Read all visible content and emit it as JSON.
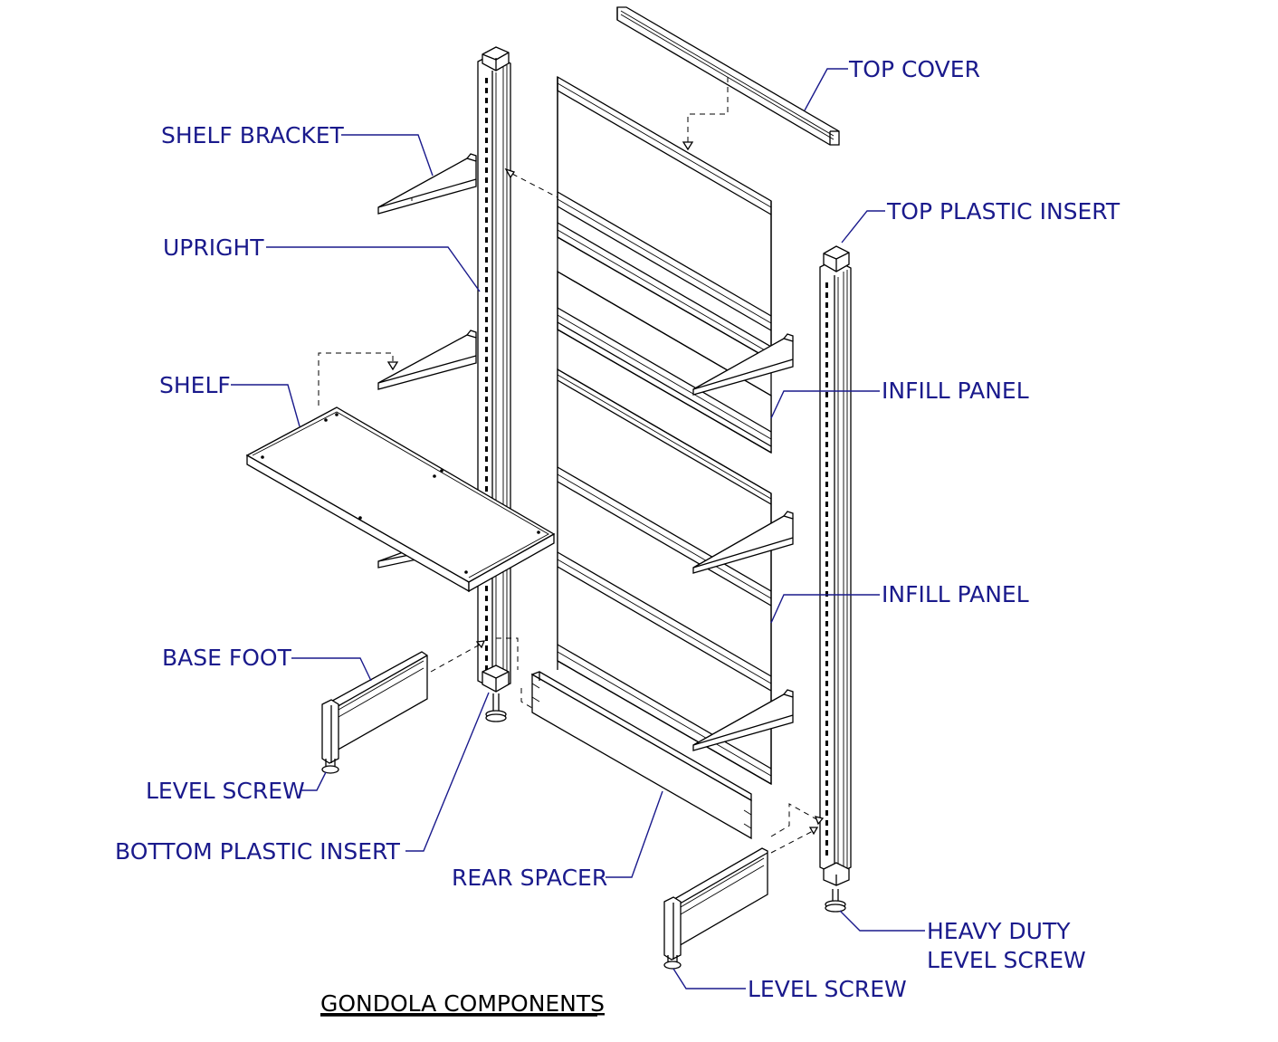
{
  "title": "GONDOLA COMPONENTS",
  "labels": {
    "top_cover": "TOP COVER",
    "shelf_bracket": "SHELF BRACKET",
    "top_plastic_insert": "TOP PLASTIC INSERT",
    "upright": "UPRIGHT",
    "shelf": "SHELF",
    "infill_panel_1": "INFILL PANEL",
    "infill_panel_2": "INFILL PANEL",
    "base_foot": "BASE FOOT",
    "level_screw_left": "LEVEL SCREW",
    "bottom_plastic_insert": "BOTTOM PLASTIC INSERT",
    "rear_spacer": "REAR SPACER",
    "heavy_duty_level_screw_1": "HEAVY DUTY",
    "heavy_duty_level_screw_2": "LEVEL SCREW",
    "level_screw_right": "LEVEL SCREW"
  },
  "colors": {
    "label": "#1a1a8c",
    "line": "#000000",
    "background": "#ffffff"
  }
}
